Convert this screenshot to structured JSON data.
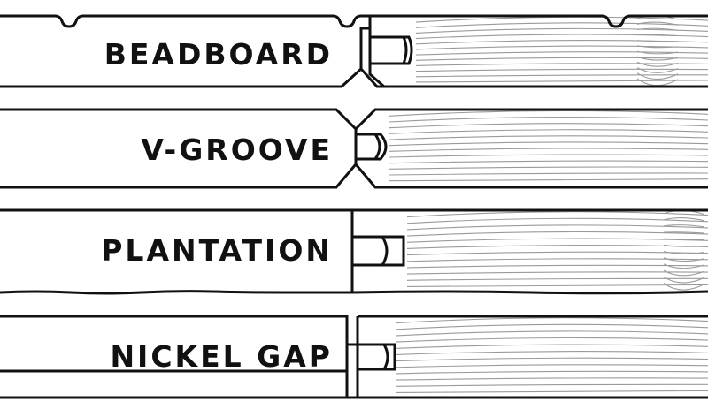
{
  "profiles": [
    {
      "label": "BEADBOARD"
    },
    {
      "label": "V-GROOVE"
    },
    {
      "label": "PLANTATION"
    },
    {
      "label": "NICKEL GAP"
    }
  ],
  "colors": {
    "line": "#111111",
    "grain": "#9a9a9a",
    "background": "#ffffff"
  }
}
